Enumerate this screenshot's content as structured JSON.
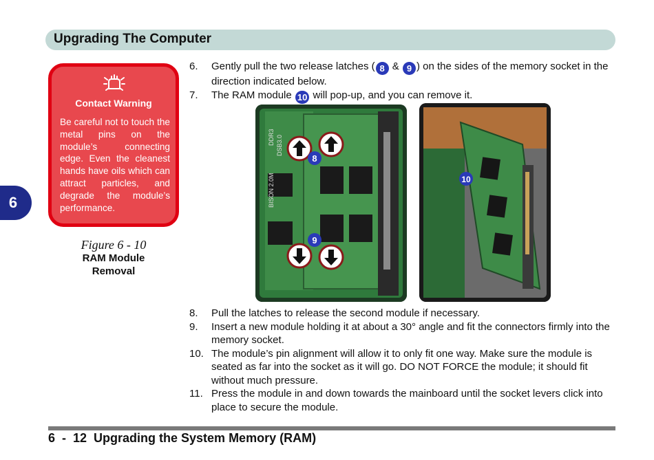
{
  "header": {
    "title": "Upgrading The Computer"
  },
  "chapter_tab": {
    "label": "6"
  },
  "warning": {
    "icon": "hand-warning-icon",
    "title": "Contact Warning",
    "text": "Be careful not to touch the metal pins on the module’s connecting edge. Even the cleanest hands have oils which can attract particles, and degrade the module’s performance."
  },
  "figure": {
    "number": "Figure 6 - 10",
    "title": "RAM Module Removal"
  },
  "steps_top": [
    {
      "num": "6.",
      "parts": [
        "Gently pull the two release latches (",
        " & ",
        ") on the sides of the memory socket in the direction indicated below."
      ],
      "badges": [
        "8",
        "9"
      ]
    },
    {
      "num": "7.",
      "parts": [
        "The RAM module ",
        " will pop-up, and you can remove it."
      ],
      "badges": [
        "10"
      ]
    }
  ],
  "photo_left": {
    "chip_labels": [
      "DDR3",
      "DSB3.0",
      "BISON 2.0M"
    ],
    "badges": [
      "8",
      "9"
    ]
  },
  "photo_right": {
    "badges": [
      "10"
    ]
  },
  "steps_bottom": [
    {
      "num": "8.",
      "text": "Pull the latches to release the second module if necessary."
    },
    {
      "num": "9.",
      "text": "Insert a new module holding it at about a 30° angle and fit the connectors firmly into the memory socket."
    },
    {
      "num": "10.",
      "text": "The module’s pin alignment will allow it to only fit one way. Make sure the module is seated as far into the socket as it will go. DO NOT FORCE the module; it should fit without much pressure."
    },
    {
      "num": "11.",
      "text": "Press the module in and down towards the mainboard until the socket levers click into place to secure the module."
    }
  ],
  "footer": {
    "text": "6  -  12  Upgrading the System Memory (RAM)"
  },
  "colors": {
    "header_bar": "#c3d9d6",
    "warning_fill": "#e8484e",
    "warning_border": "#e00012",
    "badge": "#2a3ab8",
    "tab": "#1f2b8a"
  }
}
